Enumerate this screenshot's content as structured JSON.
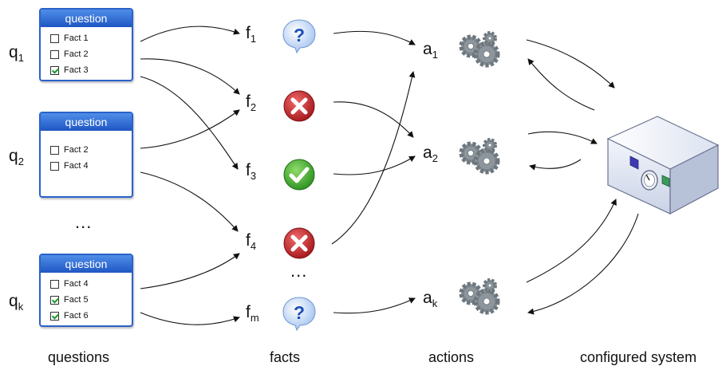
{
  "questions": {
    "q1": {
      "var": "q",
      "sub": "1"
    },
    "q2": {
      "var": "q",
      "sub": "2"
    },
    "qk": {
      "var": "q",
      "sub": "k"
    },
    "ellipsis": "...",
    "boxes": [
      {
        "title": "question",
        "facts": [
          {
            "label": "Fact 1",
            "checked": false
          },
          {
            "label": "Fact 2",
            "checked": false
          },
          {
            "label": "Fact 3",
            "checked": true
          }
        ]
      },
      {
        "title": "question",
        "facts": [
          {
            "label": "Fact 2",
            "checked": false
          },
          {
            "label": "Fact 4",
            "checked": false
          }
        ]
      },
      {
        "title": "question",
        "facts": [
          {
            "label": "Fact 4",
            "checked": false
          },
          {
            "label": "Fact 5",
            "checked": true
          },
          {
            "label": "Fact 6",
            "checked": true
          }
        ]
      }
    ]
  },
  "facts": {
    "f1": {
      "var": "f",
      "sub": "1",
      "icon": "question-bubble-icon"
    },
    "f2": {
      "var": "f",
      "sub": "2",
      "icon": "red-x-icon"
    },
    "f3": {
      "var": "f",
      "sub": "3",
      "icon": "green-check-icon"
    },
    "f4": {
      "var": "f",
      "sub": "4",
      "icon": "red-x-icon"
    },
    "fm": {
      "var": "f",
      "sub": "m",
      "icon": "question-bubble-icon"
    },
    "ellipsis": "..."
  },
  "actions": {
    "a1": {
      "var": "a",
      "sub": "1",
      "icon": "gears-icon"
    },
    "a2": {
      "var": "a",
      "sub": "2",
      "icon": "gears-icon"
    },
    "ak": {
      "var": "a",
      "sub": "k",
      "icon": "gears-icon"
    }
  },
  "system": {
    "icon": "configured-device-icon"
  },
  "captions": {
    "questions": "questions",
    "facts": "facts",
    "actions": "actions",
    "system": "configured system"
  },
  "colors": {
    "question_header": "#2a62c9",
    "check_green": "#1a9b2e",
    "error_red": "#c0262b",
    "info_blue": "#1d4fb8",
    "gear_gray": "#8c969c"
  }
}
